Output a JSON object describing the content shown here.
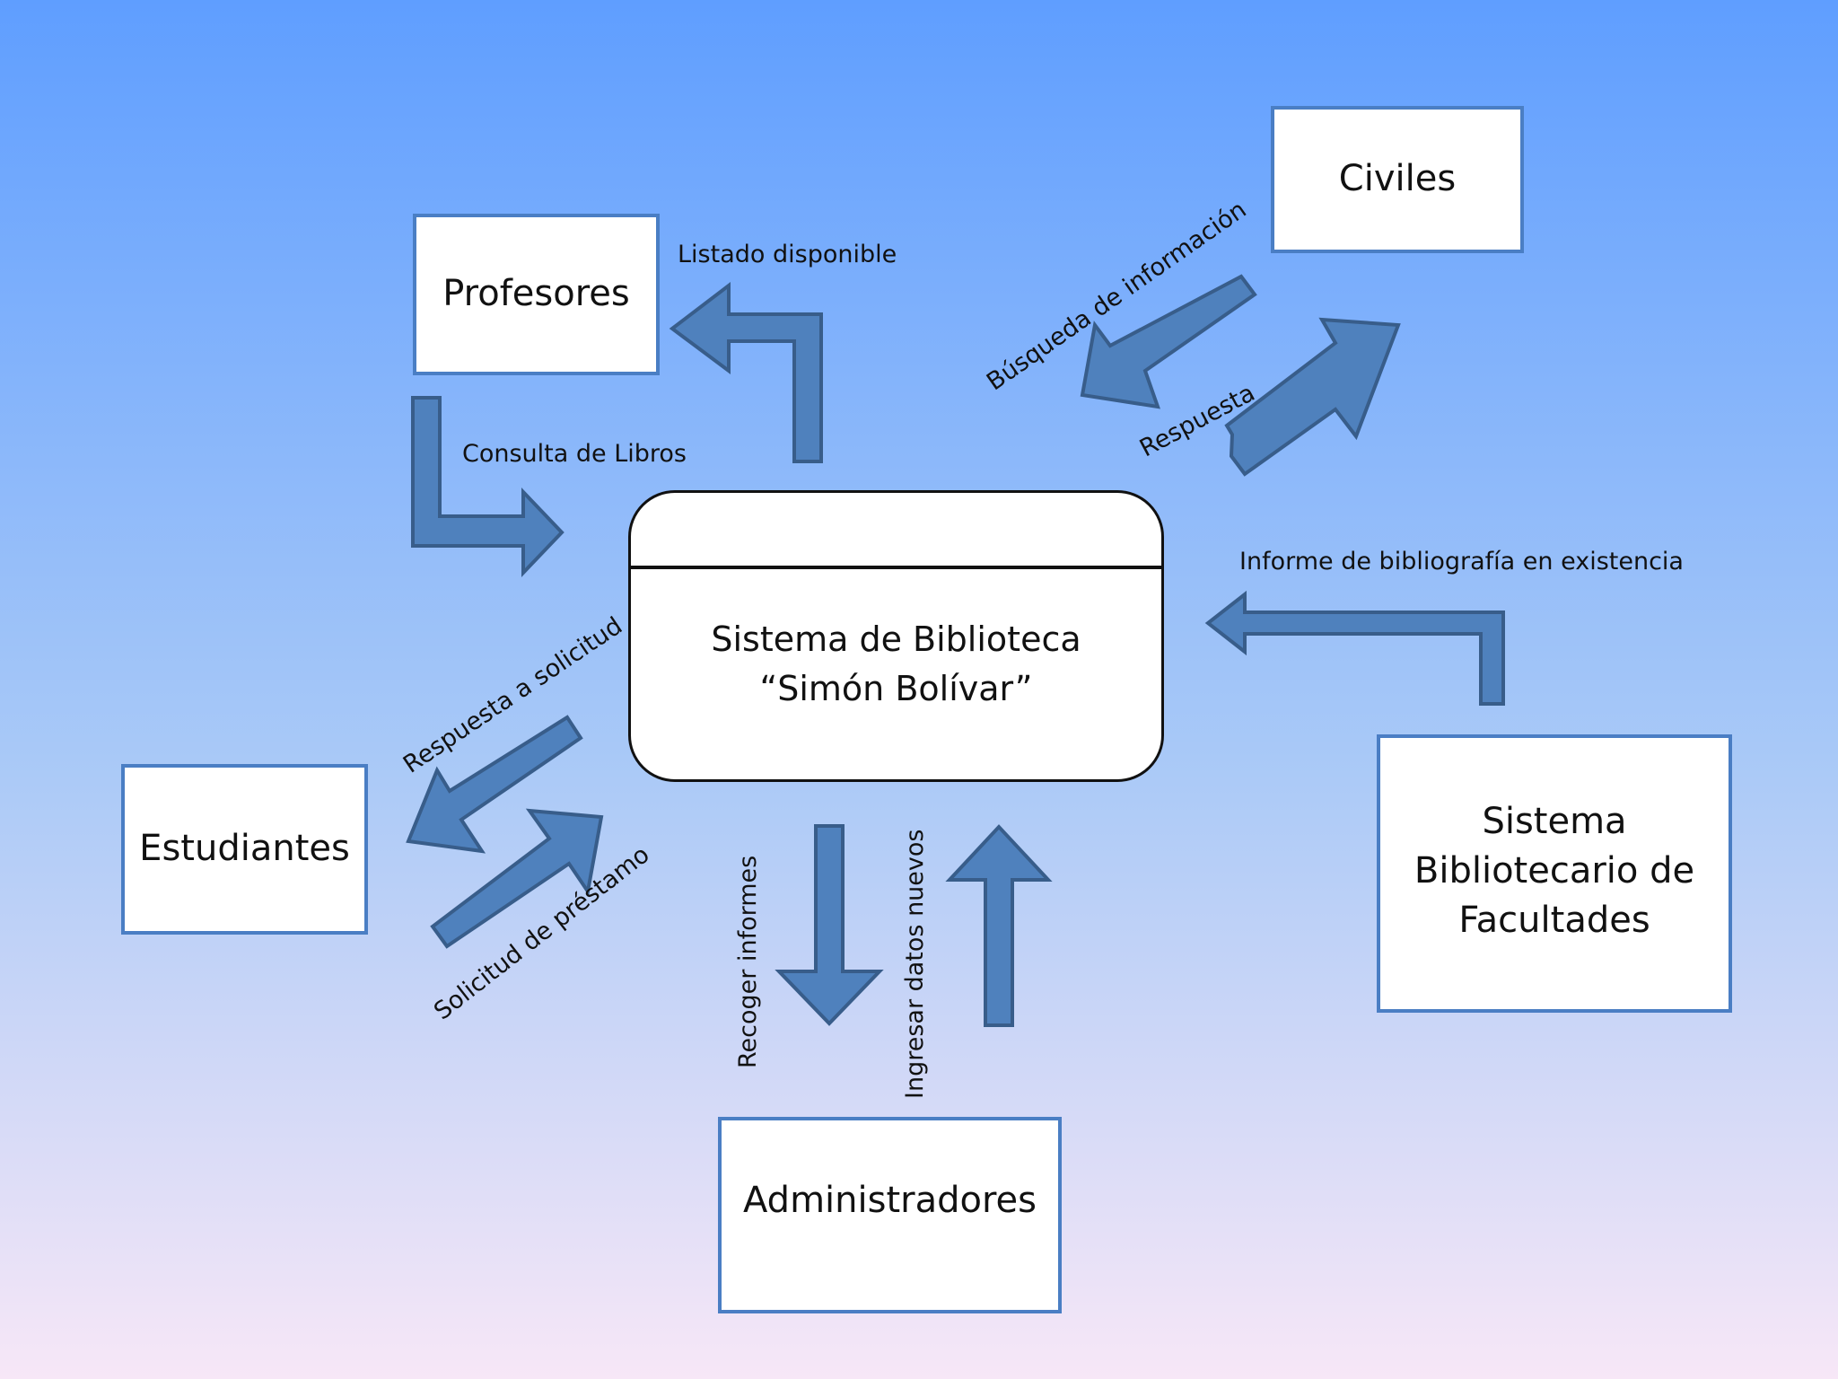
{
  "entities": {
    "profesores": "Profesores",
    "civiles": "Civiles",
    "estudiantes": "Estudiantes",
    "administradores": "Administradores",
    "facultades": [
      "Sistema",
      "Bibliotecario de",
      "Facultades"
    ]
  },
  "central_system": {
    "title_line1": "Sistema de Biblioteca",
    "title_line2": "“Simón Bolívar”"
  },
  "flows": {
    "listado_disponible": "Listado disponible",
    "consulta_libros": "Consulta de Libros",
    "busqueda_informacion": "Búsqueda de información",
    "respuesta": "Respuesta",
    "informe_bibliografia": "Informe de bibliografía en existencia",
    "respuesta_solicitud": "Respuesta a solicitud",
    "solicitud_prestamo": "Solicitud de préstamo",
    "recoger_informes": "Recoger informes",
    "ingresar_datos": "Ingresar datos nuevos"
  },
  "colors": {
    "background_top": "#5f9eff",
    "background_bottom": "#f7e7f7",
    "arrow_fill": "#4f81bd",
    "arrow_stroke": "#385d8a",
    "box_border": "#4a7ec4"
  }
}
